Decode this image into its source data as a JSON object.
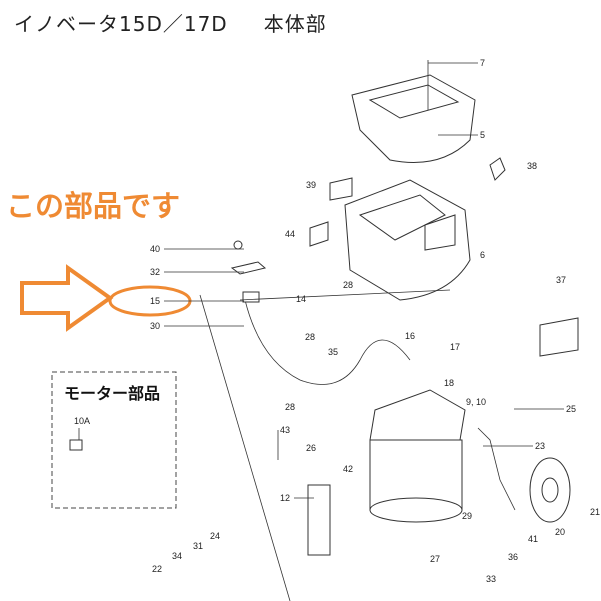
{
  "header": {
    "title": "イノベータ15D／17D",
    "section": "本体部"
  },
  "callout": {
    "text": "この部品です",
    "target_part": "15",
    "color": "#ef8a33"
  },
  "motor_parts_box": {
    "title": "モーター部品",
    "items": [
      "10A"
    ]
  },
  "part_labels": [
    "7",
    "5",
    "38",
    "39",
    "44",
    "6",
    "37",
    "40",
    "32",
    "15",
    "30",
    "14",
    "28",
    "16",
    "17",
    "28",
    "35",
    "18",
    "9, 10",
    "25",
    "28",
    "26",
    "23",
    "43",
    "42",
    "12",
    "29",
    "36",
    "41",
    "20",
    "21",
    "27",
    "24",
    "31",
    "34",
    "22",
    "33"
  ]
}
